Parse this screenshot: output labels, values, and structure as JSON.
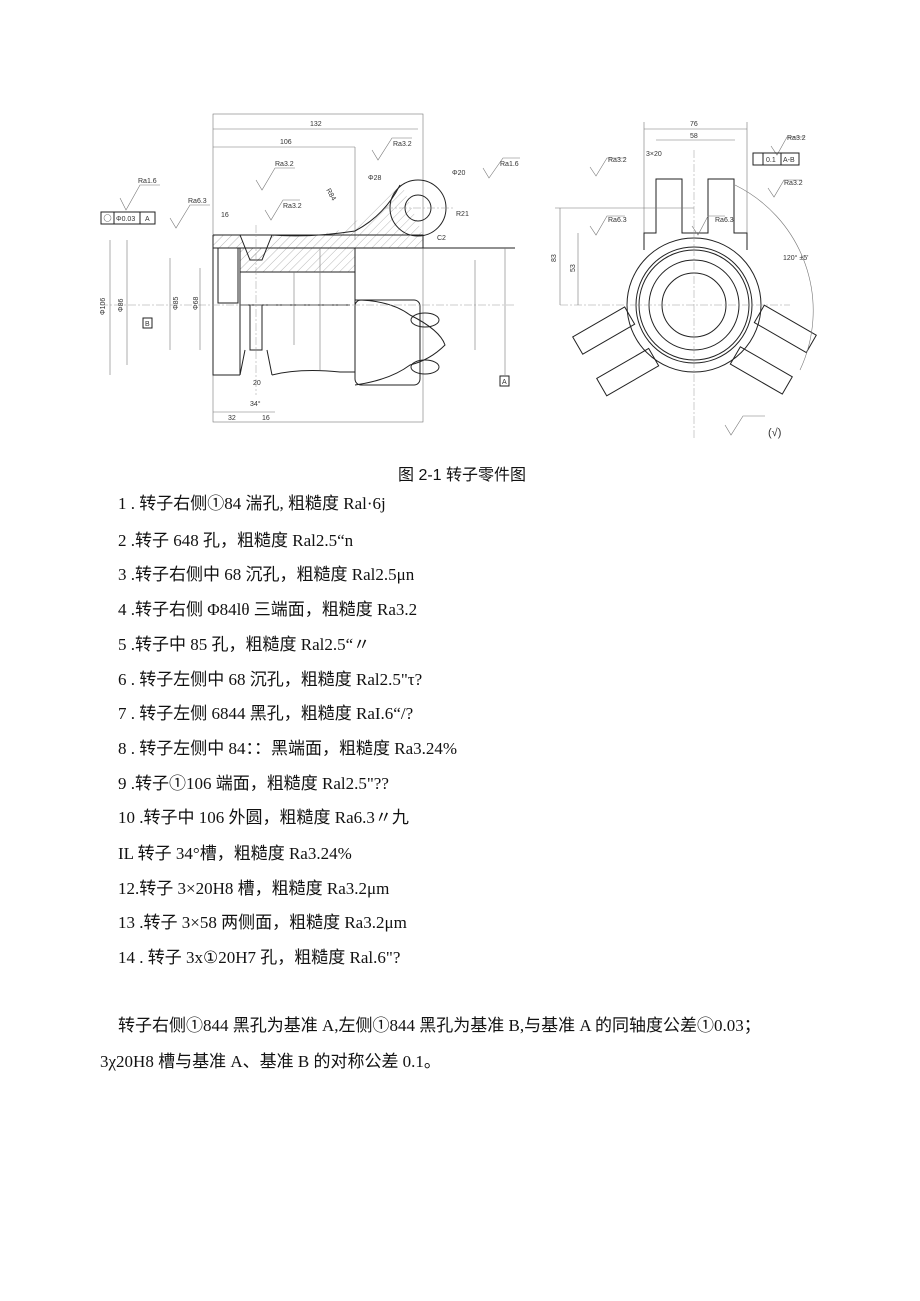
{
  "figure": {
    "caption": "图 2-1 转子零件图",
    "labels": {
      "dim_132": "132",
      "dim_106": "106",
      "dim_16_top": "16",
      "dim_r84": "R84",
      "dim_phi28": "Φ28",
      "dim_phi20": "Φ20",
      "dim_r21": "R21",
      "dim_c2": "C2",
      "dim_20": "20",
      "dim_34deg": "34°",
      "dim_32": "32",
      "dim_16_bottom": "16",
      "dim_phi106": "Φ106",
      "dim_phi86": "Φ86",
      "dim_phi85": "Φ85",
      "dim_phi68": "Φ68",
      "ra_16_left": "Ra1.6",
      "ra_63_left": "Ra6.3",
      "ra_32_a": "Ra3.2",
      "ra_32_b": "Ra3.2",
      "ra_32_c": "Ra3.2",
      "ra_16_right": "Ra1.6",
      "tol_value": "Φ0.03",
      "datum_a_ref": "A",
      "datum_b": "B",
      "datum_a": "A",
      "dim_76": "76",
      "dim_58": "58",
      "dim_slot": "3×20",
      "dim_83": "83",
      "dim_53": "53",
      "dim_angle": "120° ±5'",
      "ra_32_r1": "Ra3.2",
      "ra_32_r2": "Ra3.2",
      "ra_32_r3": "Ra3.2",
      "ra_63_r1": "Ra6.3",
      "ra_63_r2": "Ra6.3",
      "sym_value": "0.1",
      "sym_datum": "A-B",
      "general_roughness": "(√)"
    }
  },
  "items": [
    "1  . 转子右侧①84 湍孔, 粗糙度 Ral·6j",
    "2  .转子 648 孔，粗糙度 Ral2.5“n",
    "3  .转子右侧中 68 沉孔，粗糙度 Ral2.5μn",
    "4  .转子右侧 Φ84lθ 三端面，粗糙度 Ra3.2",
    "5  .转子中 85 孔，粗糙度 Ral2.5“〃",
    "6  . 转子左侧中 68 沉孔，粗糙度 Ral2.5\"τ?",
    "7  . 转子左侧 6844 黑孔，粗糙度 RaI.6“/?",
    "8  . 转子左侧中 84：：黑端面，粗糙度 Ra3.24%",
    "9  .转子①106 端面，粗糙度 Ral2.5\"??",
    "10  .转子中 106 外圆，粗糙度 Ra6.3〃九",
    "IL 转子 34°槽，粗糙度 Ra3.24%",
    "12.转子 3×20H8 槽，粗糙度 Ra3.2μm",
    "13  .转子 3×58 两侧面，粗糙度 Ra3.2μm",
    "14  . 转子 3x①20H7 孔，粗糙度 Ral.6\"?"
  ],
  "paragraph": {
    "line1": "转子右侧①844 黑孔为基准 A,左侧①844 黑孔为基准 B,与基准 A 的同轴度公差①0.03；",
    "line2": "3χ20H8 槽与基准 A、基准 B 的对称公差 0.1。"
  }
}
